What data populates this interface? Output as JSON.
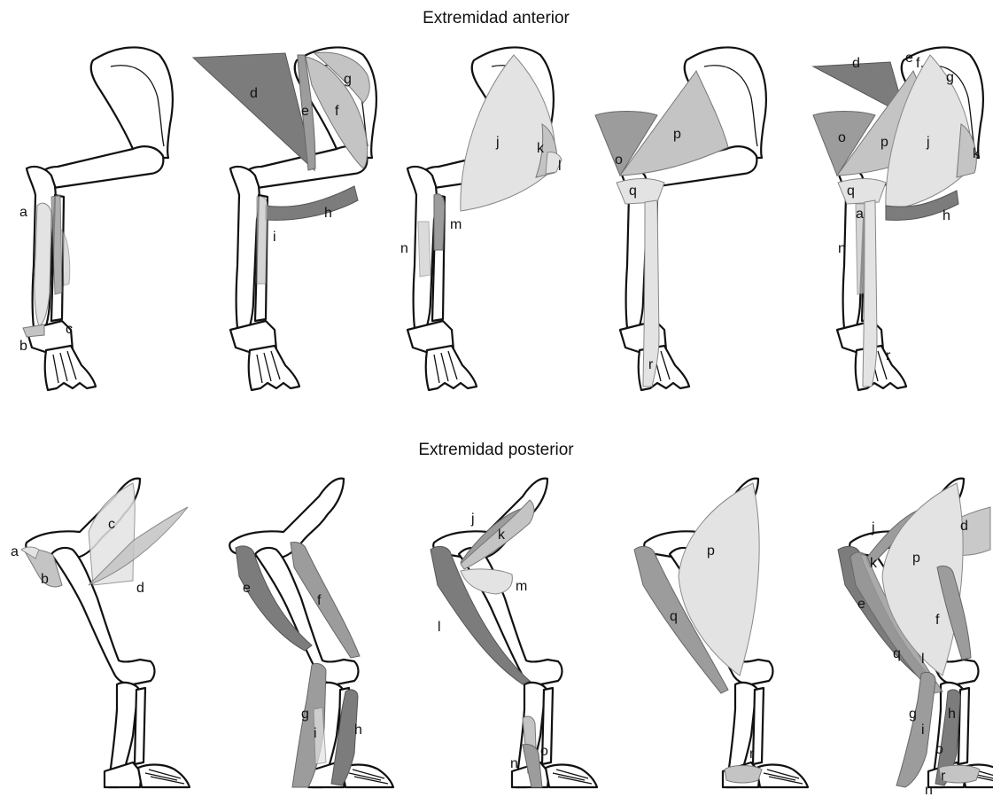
{
  "rows": {
    "anterior": {
      "title": "Extremidad anterior"
    },
    "posterior": {
      "title": "Extremidad posterior"
    }
  },
  "anterior_labels": {
    "p1": [
      "a",
      "b",
      "c"
    ],
    "p2": [
      "d",
      "e",
      "g",
      "f",
      "h",
      "i"
    ],
    "p3": [
      "j",
      "k",
      "l",
      "m",
      "n"
    ],
    "p4": [
      "o",
      "p",
      "q",
      "r"
    ],
    "p5": [
      "d",
      "e",
      "f",
      "g",
      "o",
      "p",
      "j",
      "k",
      "q",
      "a",
      "h",
      "n",
      "r"
    ]
  },
  "posterior_labels": {
    "p1": [
      "c",
      "a",
      "b",
      "d"
    ],
    "p2": [
      "e",
      "f",
      "g",
      "i",
      "h"
    ],
    "p3": [
      "j",
      "k",
      "m",
      "l",
      "n",
      "o"
    ],
    "p4": [
      "p",
      "q",
      "r"
    ],
    "p5": [
      "j",
      "d",
      "k",
      "p",
      "e",
      "f",
      "q",
      "l",
      "g",
      "h",
      "i",
      "o",
      "r",
      "n"
    ]
  }
}
